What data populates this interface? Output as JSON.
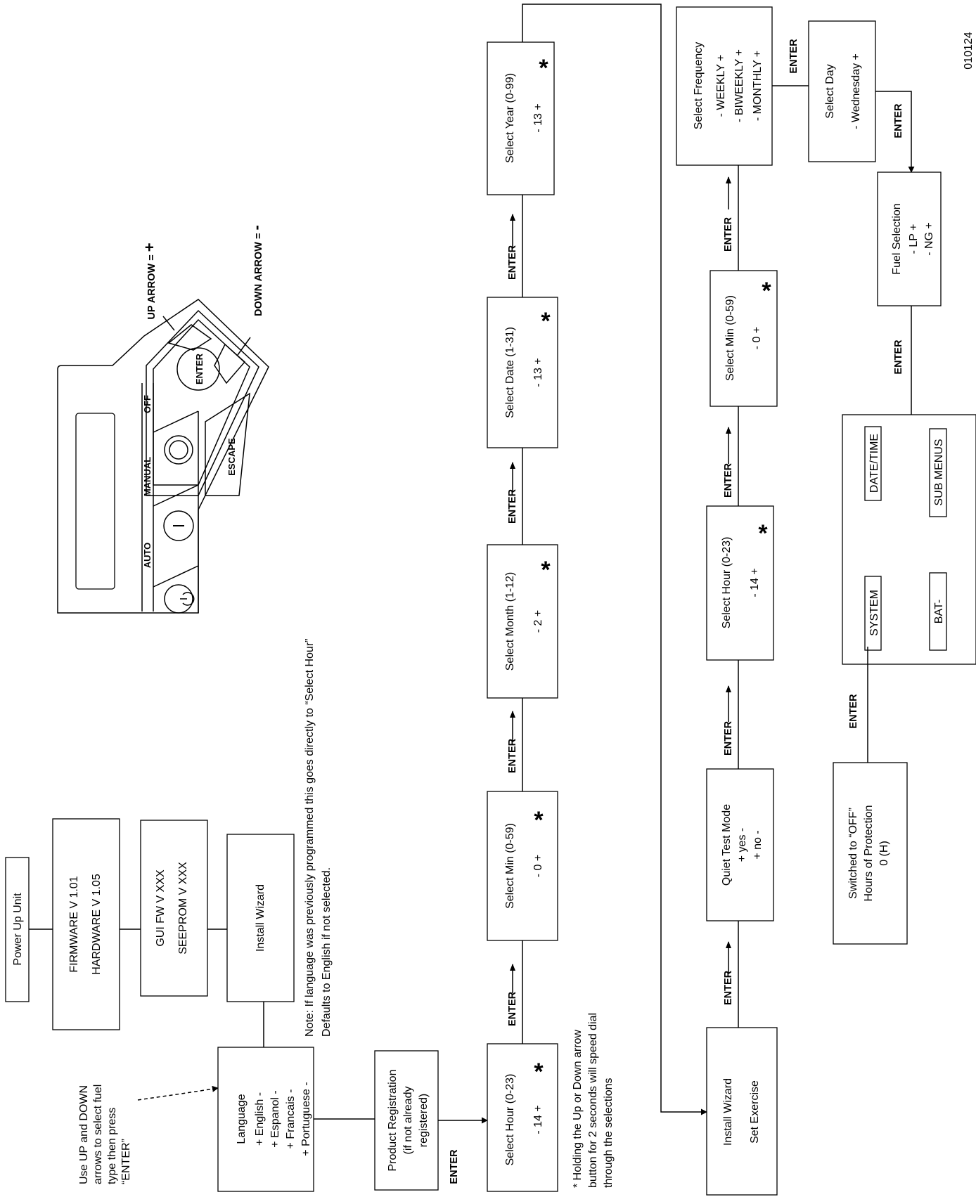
{
  "figure_id": "010124",
  "enter_label": "ENTER",
  "star": "*",
  "power_up": "Power Up Unit",
  "firmware": {
    "line1": "FIRMWARE  V 1.01",
    "line2": "HARDWARE  V 1.05"
  },
  "gui": {
    "line1": "GUI FW V XXX",
    "line2": "SEEPROM V XXX"
  },
  "install_wizard": "Install Wizard",
  "note": {
    "line1": "Note: If language was previously programmed this goes directly to “Select Hour”",
    "line2": "Defaults to English if not selected."
  },
  "fuel_hint": {
    "line1": "Use UP and DOWN",
    "line2": "arrows to select fuel",
    "line3": "type then press",
    "line4": "“ENTER”"
  },
  "language": {
    "title": "Language",
    "opt1": "+ English -",
    "opt2": "+ Espanol -",
    "opt3": "+ Francais -",
    "opt4": "+ Portuguese -"
  },
  "product_registration": {
    "line1": "Product Registration",
    "line2": "(if not already",
    "line3": "registered)"
  },
  "row1": {
    "hour": {
      "title": "Select Hour (0-23)",
      "value": "- 14 +"
    },
    "min": {
      "title": "Select Min (0-59)",
      "value": "- 0 +"
    },
    "month": {
      "title": "Select Month (1-12)",
      "value": "- 2 +"
    },
    "date": {
      "title": "Select Date (1-31)",
      "value": "- 13 +"
    },
    "year": {
      "title": "Select Year (0-99)",
      "value": "- 13 +"
    }
  },
  "footnote": {
    "line1": "*  Holding the Up or Down arrow",
    "line2": "button for 2 seconds will speed dial",
    "line3": "through the selections"
  },
  "set_exercise": {
    "line1": "Install Wizard",
    "line2": "Set Exercise"
  },
  "quiet_test": {
    "title": "Quiet Test Mode",
    "opt1": "+   yes  -",
    "opt2": "+   no  -"
  },
  "row2": {
    "hour": {
      "title": "Select Hour (0-23)",
      "value": "- 14 +"
    },
    "min": {
      "title": "Select Min (0-59)",
      "value": "- 0 +"
    }
  },
  "frequency": {
    "title": "Select Frequency",
    "opt1": "- WEEKLY +",
    "opt2": "- BIWEEKLY +",
    "opt3": "- MONTHLY +"
  },
  "day": {
    "title": "Select Day",
    "value": "- Wednesday +"
  },
  "fuel": {
    "title": "Fuel Selection",
    "opt1": "- LP +",
    "opt2": "- NG +"
  },
  "main_menu": {
    "system": "SYSTEM",
    "bat": "BAT-",
    "datetime": "DATE/TIME",
    "submenus": "SUB MENUS"
  },
  "switched_off": {
    "line1": "Switched to “OFF”",
    "line2": "Hours of Protection",
    "line3": "0 (H)"
  },
  "panel": {
    "auto": "AUTO",
    "manual": "MANUAL",
    "off": "OFF",
    "escape": "ESCAPE",
    "enter": "ENTER",
    "up_arrow": "UP ARROW = ",
    "up_symbol": "+",
    "down_arrow": "DOWN ARROW = ",
    "down_symbol": "-"
  }
}
